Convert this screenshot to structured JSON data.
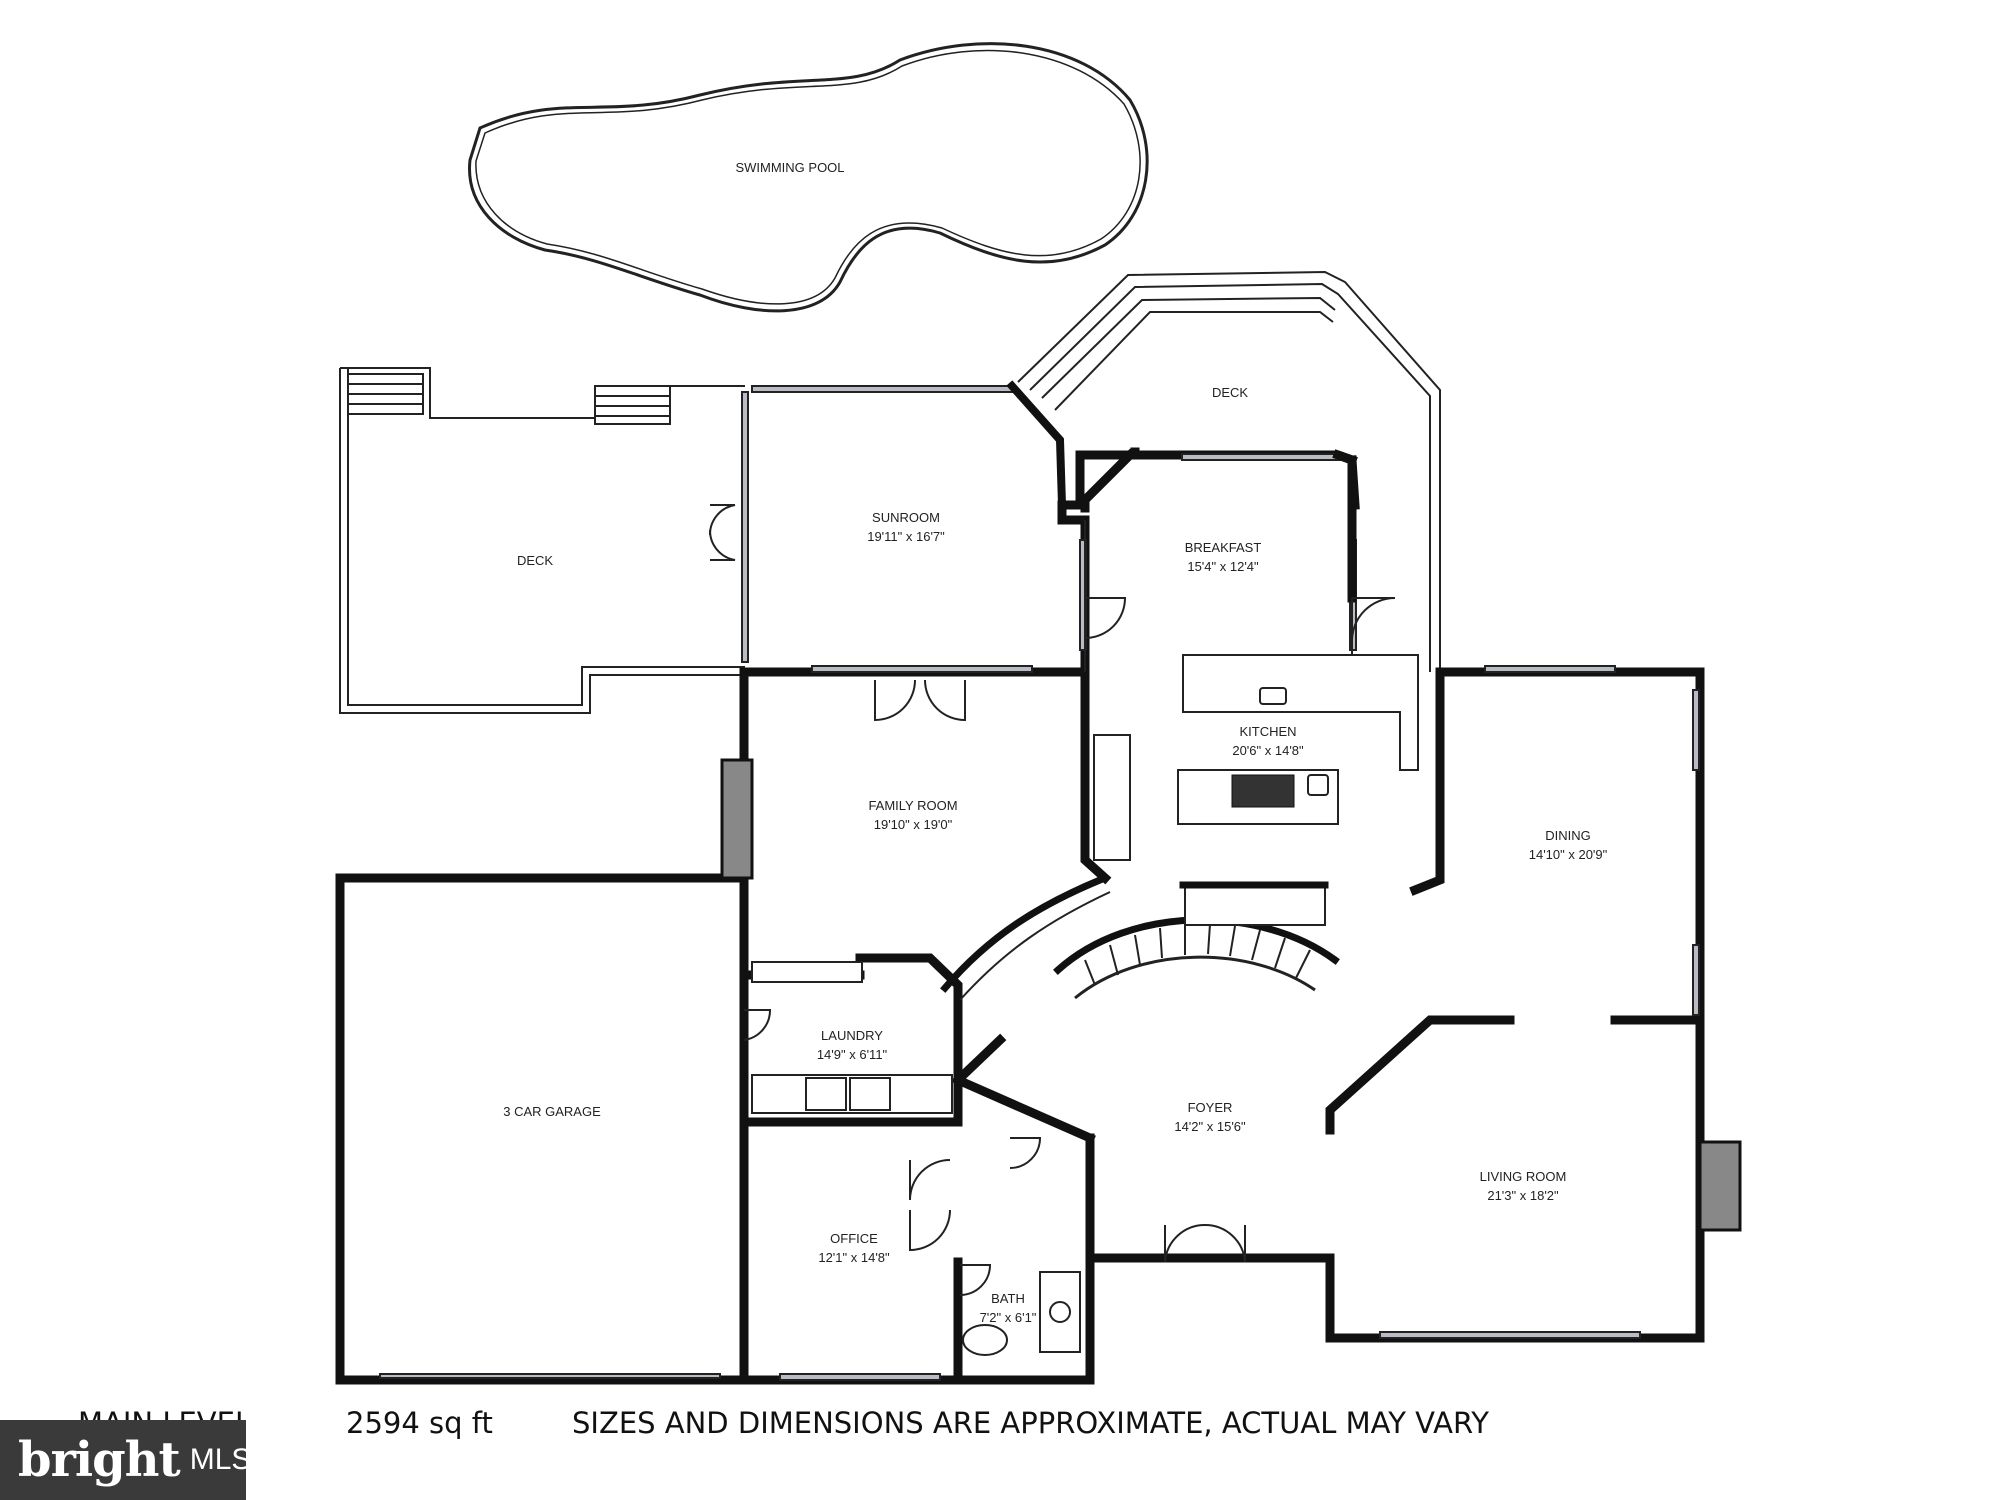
{
  "rooms": {
    "pool": {
      "name": "SWIMMING POOL"
    },
    "deck_left": {
      "name": "DECK"
    },
    "deck_right": {
      "name": "DECK"
    },
    "sunroom": {
      "name": "SUNROOM",
      "dims": "19'11\" x 16'7\""
    },
    "breakfast": {
      "name": "BREAKFAST",
      "dims": "15'4\" x 12'4\""
    },
    "kitchen": {
      "name": "KITCHEN",
      "dims": "20'6\" x 14'8\""
    },
    "family": {
      "name": "FAMILY ROOM",
      "dims": "19'10\" x 19'0\""
    },
    "dining": {
      "name": "DINING",
      "dims": "14'10\" x 20'9\""
    },
    "garage": {
      "name": "3 CAR GARAGE"
    },
    "laundry": {
      "name": "LAUNDRY",
      "dims": "14'9\" x 6'11\""
    },
    "foyer": {
      "name": "FOYER",
      "dims": "14'2\" x 15'6\""
    },
    "living": {
      "name": "LIVING ROOM",
      "dims": "21'3\" x 18'2\""
    },
    "office": {
      "name": "OFFICE",
      "dims": "12'1\" x 14'8\""
    },
    "bath": {
      "name": "BATH",
      "dims": "7'2\" x 6'1\""
    }
  },
  "footer": {
    "level": "MAIN LEVEL",
    "area": "2594 sq ft",
    "disclaimer": "SIZES AND DIMENSIONS ARE APPROXIMATE, ACTUAL MAY VARY"
  },
  "logo": {
    "brand": "bright",
    "suffix": "MLS",
    "accent_color": "#e8542a"
  }
}
